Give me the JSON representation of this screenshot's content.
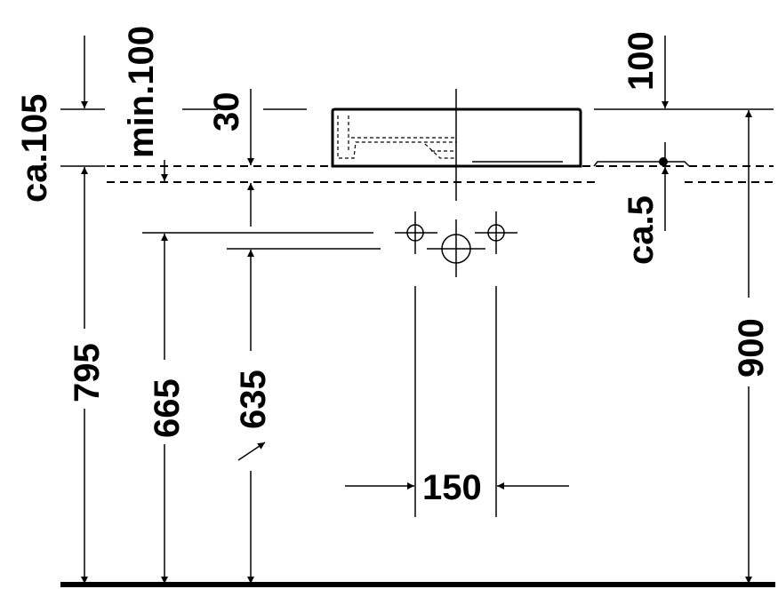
{
  "drawing": {
    "title": "Washbasin installation dimensions",
    "dimensions": {
      "ca105": "ca.105",
      "min100": "min.100",
      "d30": "30",
      "d100": "100",
      "ca5": "ca.5",
      "d795": "795",
      "d665": "665",
      "d635": "635",
      "d150": "150",
      "d900": "900"
    }
  }
}
